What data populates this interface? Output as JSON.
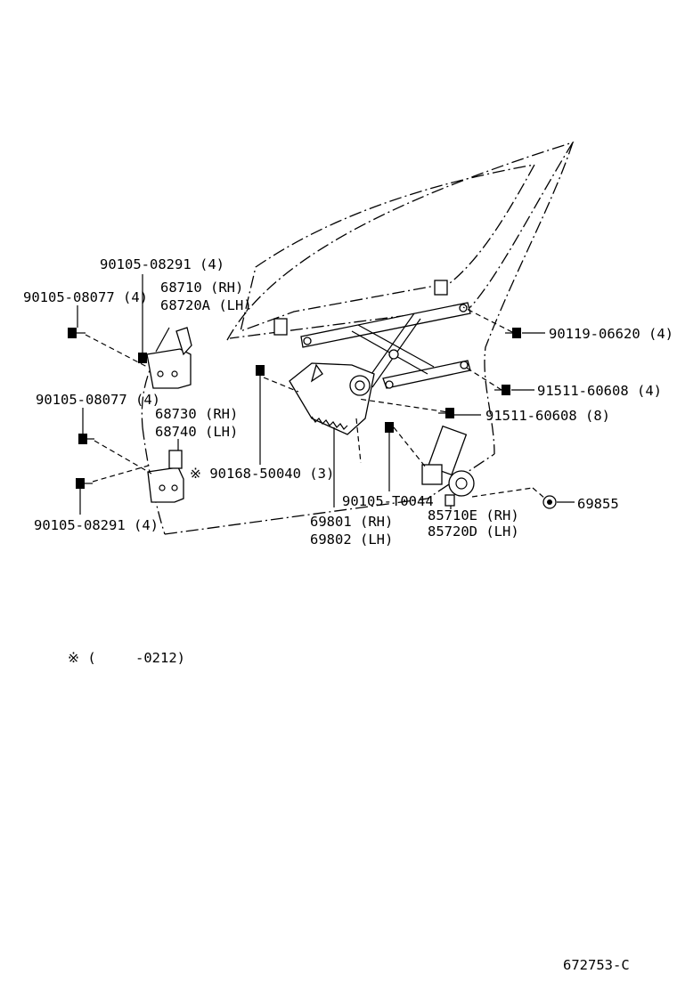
{
  "labels": {
    "bolt_90105_08291_top": "90105-08291 (4)",
    "hinge_68710": "68710  (RH)",
    "hinge_68720a": "68720A (LH)",
    "bolt_90105_08077_top": "90105-08077 (4)",
    "bolt_90105_08077_mid": "90105-08077 (4)",
    "hinge_68730": "68730 (RH)",
    "hinge_68740": "68740 (LH)",
    "bolt_90105_08291_bot": "90105-08291 (4)",
    "bolt_90168_50040": "※ 90168-50040 (3)",
    "bolt_90105_t0044": "90105-T0044",
    "regulator_69801": "69801 (RH)",
    "regulator_69802": "69802 (LH)",
    "motor_85710e": "85710E (RH)",
    "motor_85720d": "85720D (LH)",
    "part_69855": "69855",
    "bolt_90119_06620": "90119-06620 (4)",
    "bolt_91511_60608_a": "91511-60608 (4)",
    "bolt_91511_60608_b": "91511-60608 (8)"
  },
  "footnote": {
    "mark": "※ (",
    "range": "-0212)"
  },
  "diagram_id": "672753-C"
}
